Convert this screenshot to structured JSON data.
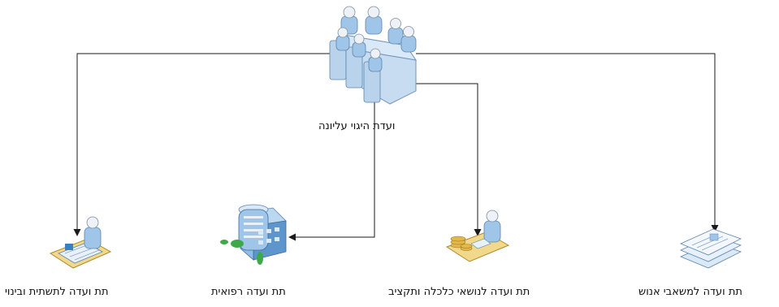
{
  "diagram": {
    "root": {
      "label": "ועדת היגוי עליונה",
      "icon": "meeting-table-icon"
    },
    "children": [
      {
        "id": "construction",
        "label": "תת ועדה לתשתית ובינוי",
        "icon": "architect-at-desk-icon"
      },
      {
        "id": "medical",
        "label": "תת ועדה רפואית",
        "icon": "hospital-building-icon"
      },
      {
        "id": "finance",
        "label": "תת ועדה לנושאי כלכלה ותקציב",
        "icon": "accountant-with-coins-icon"
      },
      {
        "id": "hr",
        "label": "תת ועדה למשאבי אנוש",
        "icon": "personnel-documents-icon"
      }
    ]
  },
  "colors": {
    "line": "#1a1a1a",
    "person_body": "#9fc6e8",
    "person_head": "#e8eef5",
    "table_top": "#d9e9f7",
    "desk": "#f2d88a",
    "building": "#7fb2de",
    "leaf": "#3daa4a"
  }
}
